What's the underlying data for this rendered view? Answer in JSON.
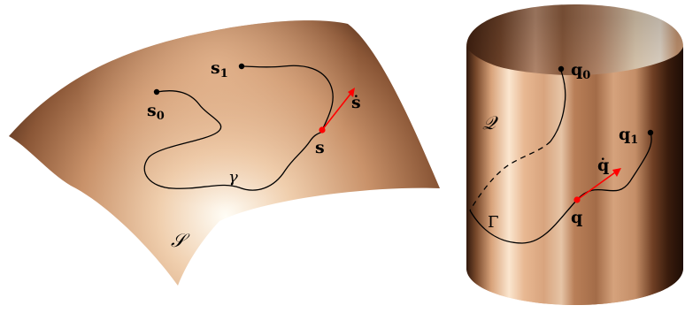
{
  "surface": {
    "label": "𝒮",
    "curve_label": "γ",
    "point_start": {
      "base": "s",
      "sub": "0"
    },
    "point_end": {
      "base": "s",
      "sub": "1"
    },
    "point_current": "s",
    "velocity": "ṡ"
  },
  "cylinder": {
    "label": "𝒬",
    "curve_label": "Γ",
    "point_start": {
      "base": "q",
      "sub": "0"
    },
    "point_end": {
      "base": "q",
      "sub": "1"
    },
    "point_current": "q",
    "velocity": "q̇"
  },
  "colors": {
    "highlight": "#fffdf6",
    "mid": "#c9926a",
    "shadow": "#3a1d0f",
    "curve": "#000000",
    "point_marker": "#ff0000",
    "velocity_arrow": "#ff0000"
  }
}
